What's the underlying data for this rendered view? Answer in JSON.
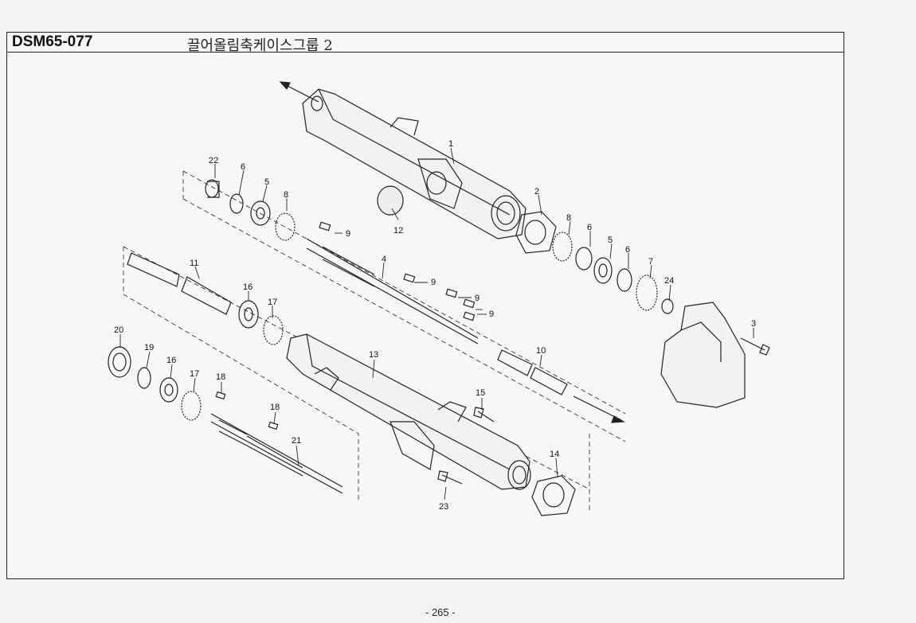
{
  "header": {
    "code": "DSM65-077",
    "title": "끌어올림축케이스그룹 2"
  },
  "footer": {
    "page_number": "- 265 -"
  },
  "callouts": [
    {
      "id": "c1",
      "label": "1"
    },
    {
      "id": "c2",
      "label": "2"
    },
    {
      "id": "c3",
      "label": "3"
    },
    {
      "id": "c4",
      "label": "4"
    },
    {
      "id": "c5a",
      "label": "5"
    },
    {
      "id": "c5b",
      "label": "5"
    },
    {
      "id": "c6a",
      "label": "6"
    },
    {
      "id": "c6b",
      "label": "6"
    },
    {
      "id": "c6c",
      "label": "6"
    },
    {
      "id": "c7",
      "label": "7"
    },
    {
      "id": "c8a",
      "label": "8"
    },
    {
      "id": "c8b",
      "label": "8"
    },
    {
      "id": "c9a",
      "label": "9"
    },
    {
      "id": "c9b",
      "label": "9"
    },
    {
      "id": "c9c",
      "label": "9"
    },
    {
      "id": "c9d",
      "label": "9"
    },
    {
      "id": "c10",
      "label": "10"
    },
    {
      "id": "c11",
      "label": "11"
    },
    {
      "id": "c12",
      "label": "12"
    },
    {
      "id": "c13",
      "label": "13"
    },
    {
      "id": "c14",
      "label": "14"
    },
    {
      "id": "c15",
      "label": "15"
    },
    {
      "id": "c16a",
      "label": "16"
    },
    {
      "id": "c16b",
      "label": "16"
    },
    {
      "id": "c17a",
      "label": "17"
    },
    {
      "id": "c17b",
      "label": "17"
    },
    {
      "id": "c18a",
      "label": "18"
    },
    {
      "id": "c18b",
      "label": "18"
    },
    {
      "id": "c19",
      "label": "19"
    },
    {
      "id": "c20",
      "label": "20"
    },
    {
      "id": "c21",
      "label": "21"
    },
    {
      "id": "c22",
      "label": "22"
    },
    {
      "id": "c23",
      "label": "23"
    },
    {
      "id": "c24",
      "label": "24"
    }
  ]
}
